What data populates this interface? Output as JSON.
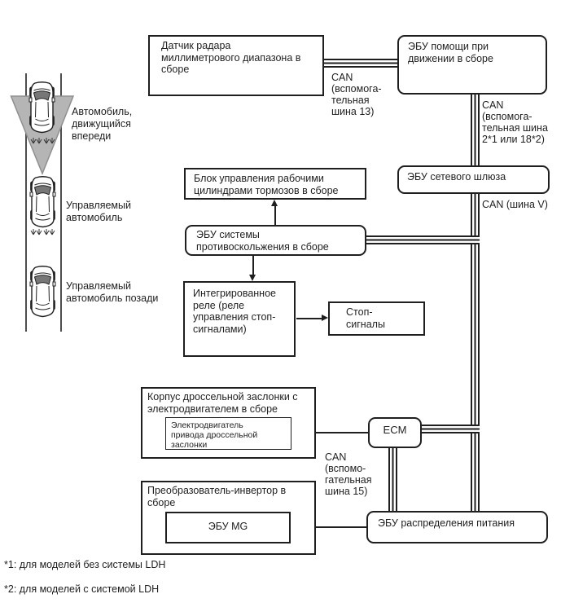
{
  "colors": {
    "line": "#1f1f1f",
    "background": "#ffffff",
    "radar_cone_fill": "#b5b5b5",
    "radar_cone_stroke": "#8f8f8f",
    "road_line": "#4d4d4d"
  },
  "roadway": {
    "vehicle_ahead_label": "Автомобиль,\nдвижущийся\nвпереди",
    "controlled_vehicle_label": "Управляемый\nавтомобиль",
    "controlled_vehicle_behind_label": "Управляемый\nавтомобиль позади"
  },
  "blocks": {
    "radar_sensor": "Датчик радара\nмиллиметрового диапазона в\nсборе",
    "driving_assist_ecu": "ЭБУ помощи при\nдвижении в сборе",
    "network_gateway_ecu": "ЭБУ сетевого шлюза",
    "brake_cylinder_unit": "Блок управления рабочими\nцилиндрами тормозов в сборе",
    "skid_control_ecu": "ЭБУ системы\nпротивоскольжения в сборе",
    "integrated_relay": "Интегрированное\nреле (реле\nуправления стоп-\nсигналами)",
    "stop_lights": "Стоп-\nсигналы",
    "throttle_body": "Корпус дроссельной заслонки с\nэлектродвигателем в сборе",
    "throttle_motor": "Электродвигатель\nпривода дроссельной\nзаслонки",
    "ecm": "ECM",
    "inverter": "Преобразователь-инвертор в\nсборе",
    "mg_ecu": "ЭБУ MG",
    "power_distribution_ecu": "ЭБУ распределения питания"
  },
  "bus_labels": {
    "can_sub_bus_13": "CAN\n(вспомога-\nтельная\nшина 13)",
    "can_sub_bus_2_or_18": "CAN\n(вспомога-\nтельная шина\n2*1 или 18*2)",
    "can_bus_v": "CAN (шина V)",
    "can_sub_bus_15": "CAN\n(вспомо-\nгательная\nшина 15)"
  },
  "footnotes": {
    "note1": "*1: для моделей без системы LDH",
    "note2": "*2: для моделей с системой LDH"
  }
}
